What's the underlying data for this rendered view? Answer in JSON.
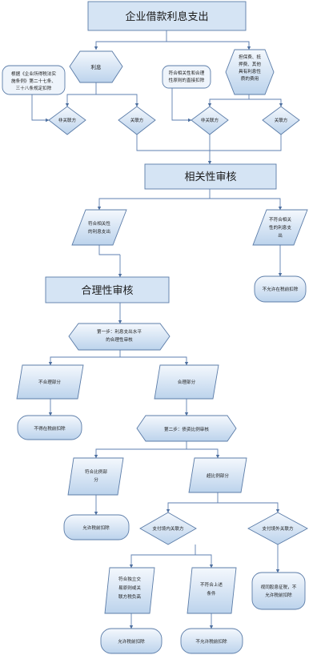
{
  "diagram": {
    "title": "企业借款利息支出",
    "nodes": {
      "interest": "利息",
      "guarantee": [
        "担保费、抵",
        "押费、其他",
        "具有利息性",
        "质的费用"
      ],
      "note_left": [
        "根据《企业所得税法实",
        "施条例》第二十七条、",
        "三十八条规定扣除"
      ],
      "note_right": [
        "符合相关性和合理",
        "性原则的直接扣除"
      ],
      "nonrelated_1": "非关联方",
      "related_1": "关联方",
      "nonrelated_2": "非关联方",
      "related_2": "关联方",
      "relevance_review": "相关性审核",
      "relevant_yes": [
        "符合相关性",
        "的利息支出"
      ],
      "relevant_no": [
        "不符合相关",
        "性的利息支",
        "出"
      ],
      "no_deduct_1": "不允许在税前扣除",
      "reasonable_review": "合理性审核",
      "step1": [
        "第一步：利息支出水平",
        "的合理性审核"
      ],
      "unreasonable": "不合理部分",
      "reasonable": "合理部分",
      "no_deduct_2": "不得在税前扣除",
      "step2": "第二步：债资比例审核",
      "within_ratio": [
        "符合比例部",
        "分"
      ],
      "over_ratio": "超比例部分",
      "allow_1": "允许税前扣除",
      "domestic": "支付境内关联方",
      "foreign": "支付境外关联方",
      "arm_length": [
        "符合独立交",
        "易原则或关",
        "联方税负高"
      ],
      "not_meet": [
        "不符合上述",
        "条件"
      ],
      "deemed_dividend": [
        "视同股息征税，不",
        "允许税前扣除"
      ],
      "allow_2": "允许税前扣除",
      "no_deduct_3": "不允许税前扣除"
    }
  }
}
